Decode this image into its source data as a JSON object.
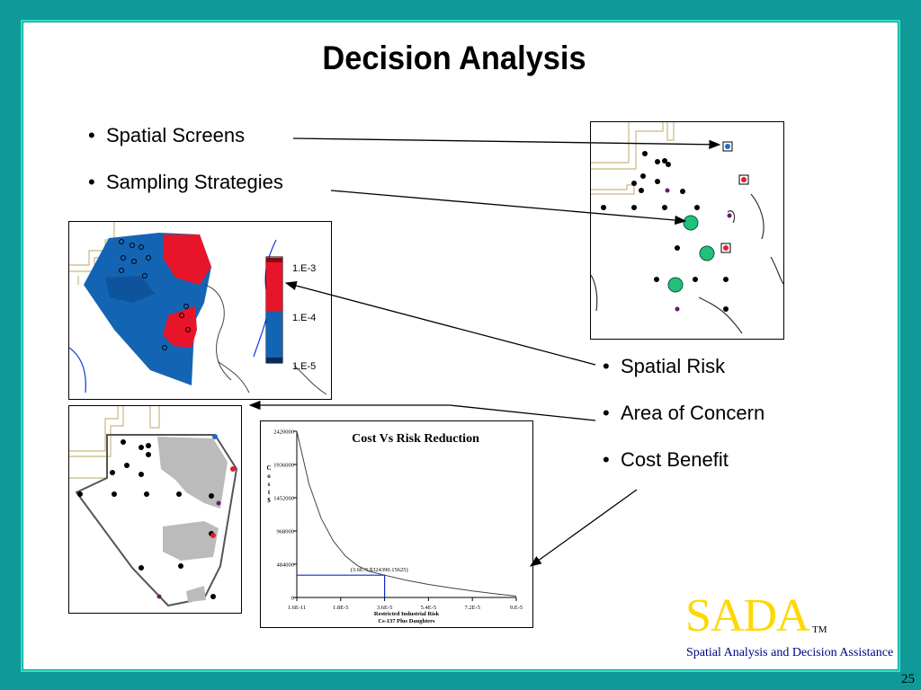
{
  "title": "Decision Analysis",
  "bullets_left": [
    "Spatial Screens",
    "Sampling Strategies"
  ],
  "bullets_right": [
    "Spatial Risk",
    "Area of Concern",
    "Cost Benefit"
  ],
  "legend": {
    "labels": [
      "1.E-3",
      "1.E-4",
      "1.E-5"
    ]
  },
  "chart": {
    "title": "Cost Vs Risk Reduction",
    "yticks": [
      "2420000",
      "1936000",
      "1452000",
      "968000",
      "484000",
      "0"
    ],
    "xticks": [
      "1.6E-11",
      "1.8E-5",
      "3.6E-5",
      "5.4E-5",
      "7.2E-5",
      "9.E-5"
    ],
    "ylabel": "Cost $",
    "xlabel_line1": "Restricted Industrial Risk",
    "xlabel_line2": "Cs-137 Plus Daughters",
    "annotation": "(3.6E-5,$324390.15625)"
  },
  "chart_data": {
    "type": "line",
    "title": "Cost Vs Risk Reduction",
    "ylabel": "Cost $",
    "xlabel": "Restricted Industrial Risk Cs-137 Plus Daughters",
    "x": [
      0.0,
      5e-06,
      1e-05,
      1.5e-05,
      2e-05,
      2.5e-05,
      3e-05,
      3.6e-05,
      4.5e-05,
      5.4e-05,
      6.3e-05,
      7.2e-05,
      8.1e-05,
      9e-05
    ],
    "y": [
      2420000,
      1650000,
      1150000,
      820000,
      600000,
      460000,
      380000,
      324390,
      250000,
      190000,
      140000,
      95000,
      55000,
      20000
    ],
    "xlim": [
      0.0,
      9e-05
    ],
    "ylim": [
      0,
      2420000
    ],
    "annotation": "(3.6E-5,$324390.15625)"
  },
  "logo": {
    "text": "SADA",
    "tm": "TM",
    "subtitle": "Spatial Analysis and Decision Assistance"
  },
  "page_number": "25"
}
